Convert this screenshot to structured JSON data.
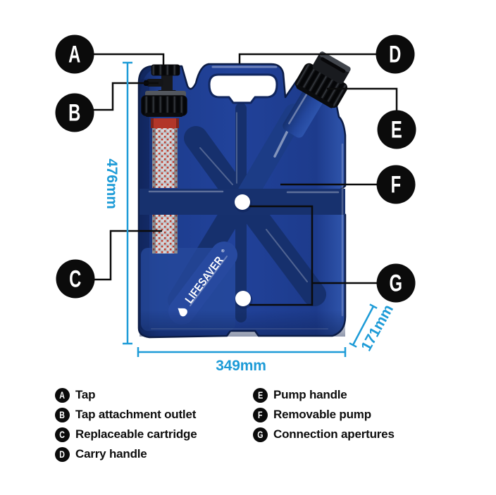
{
  "brand": {
    "name": "LIFESAVER",
    "trademark": "®"
  },
  "callouts": [
    {
      "id": "A",
      "label": "Tap"
    },
    {
      "id": "B",
      "label": "Tap attachment outlet"
    },
    {
      "id": "C",
      "label": "Replaceable cartridge"
    },
    {
      "id": "D",
      "label": "Carry handle"
    },
    {
      "id": "E",
      "label": "Pump handle"
    },
    {
      "id": "F",
      "label": "Removable pump"
    },
    {
      "id": "G",
      "label": "Connection apertures"
    }
  ],
  "dimensions": {
    "height": "476mm",
    "width": "349mm",
    "depth": "171mm"
  },
  "colors": {
    "accent_blue": "#1d9bd7",
    "body_blue": "#21429a",
    "callout_black": "#0b0b0b",
    "cartridge_red": "#b23629",
    "background": "#ffffff"
  }
}
